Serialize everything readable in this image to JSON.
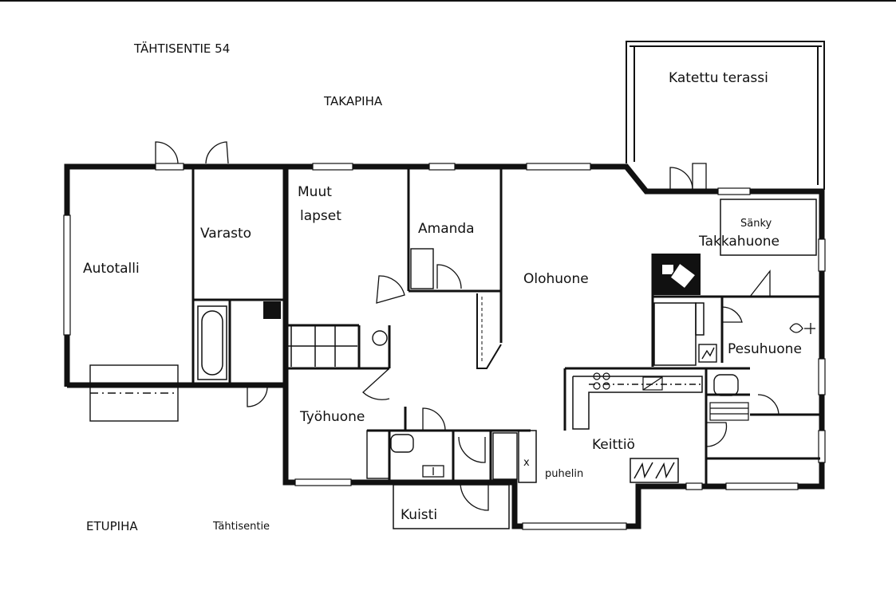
{
  "address": "TÄHTISENTIE 54",
  "yards": {
    "back": "TAKAPIHA",
    "front": "ETUPIHA",
    "street": "Tähtisentie"
  },
  "rooms": {
    "covered_terrace": "Katettu terassi",
    "garage": "Autotalli",
    "storage": "Varasto",
    "other_kids_line1": "Muut",
    "other_kids_line2": "lapset",
    "amanda": "Amanda",
    "living_room": "Olohuone",
    "bed": "Sänky",
    "fireplace_room": "Takkahuone",
    "washroom": "Pesuhuone",
    "study": "Työhuone",
    "kitchen": "Keittiö",
    "porch": "Kuisti",
    "phone": "puhelin",
    "phone_mark": "x"
  }
}
